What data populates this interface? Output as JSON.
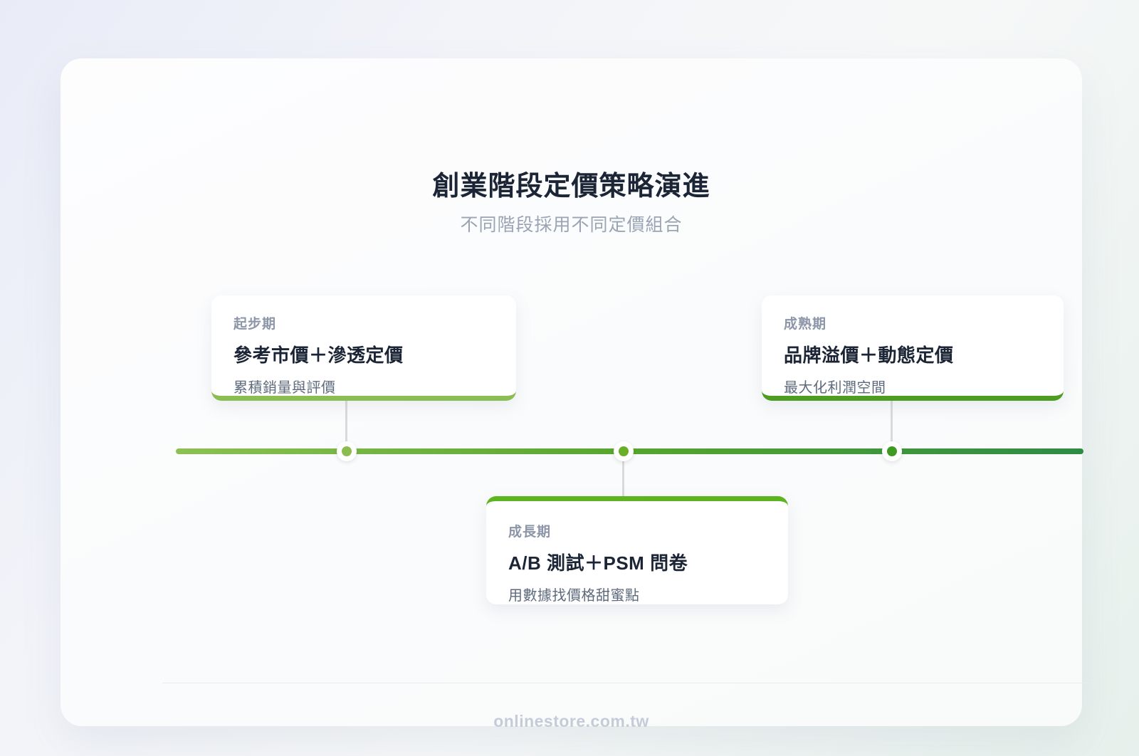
{
  "header": {
    "title": "創業階段定價策略演進",
    "subtitle": "不同階段採用不同定價組合"
  },
  "timeline": {
    "stages": [
      {
        "label": "起步期",
        "title": "參考市價＋滲透定價",
        "description": "累積銷量與評價",
        "accent_color": "#8bbe52",
        "position": "above-line"
      },
      {
        "label": "成長期",
        "title": "A/B 測試＋PSM 問卷",
        "description": "用數據找價格甜蜜點",
        "accent_color": "#5cb51e",
        "position": "below-line"
      },
      {
        "label": "成熟期",
        "title": "品牌溢價＋動態定價",
        "description": "最大化利潤空間",
        "accent_color": "#4f9c22",
        "position": "above-line"
      }
    ],
    "line_gradient": [
      "#8cc152",
      "#56a52e",
      "#2e8b46"
    ],
    "dot_colors": [
      "#8abd4e",
      "#68af28",
      "#3f9a21"
    ]
  },
  "footer": {
    "watermark": "onlinestore.com.tw"
  }
}
